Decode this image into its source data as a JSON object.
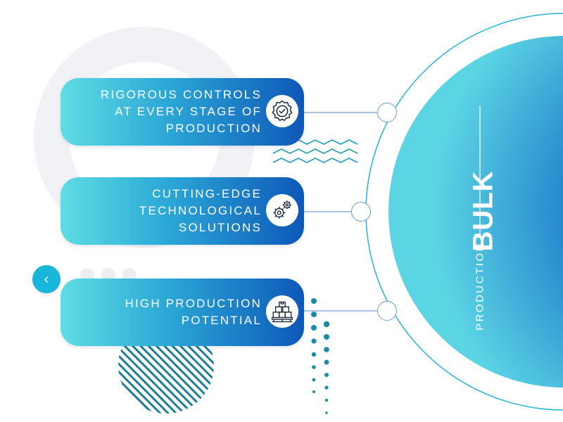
{
  "features": [
    {
      "lines": [
        "RIGOROUS CONTROLS",
        "AT EVERY STAGE OF",
        "PRODUCTION"
      ],
      "icon": "quality-check-badge-icon"
    },
    {
      "lines": [
        "CUTTING-EDGE",
        "TECHNOLOGICAL",
        "SOLUTIONS"
      ],
      "icon": "gears-icon"
    },
    {
      "lines": [
        "HIGH PRODUCTION",
        "POTENTIAL"
      ],
      "icon": "stacked-boxes-pallet-icon"
    }
  ],
  "hero": {
    "title": "BULK",
    "subtitle": "PRODUCTION"
  },
  "nav": {
    "prev_label": "‹",
    "prev_icon": "chevron-left-icon"
  },
  "colors": {
    "gradient_start": "#5fdde3",
    "gradient_end": "#0e58b8",
    "accent": "#19b6dc"
  }
}
